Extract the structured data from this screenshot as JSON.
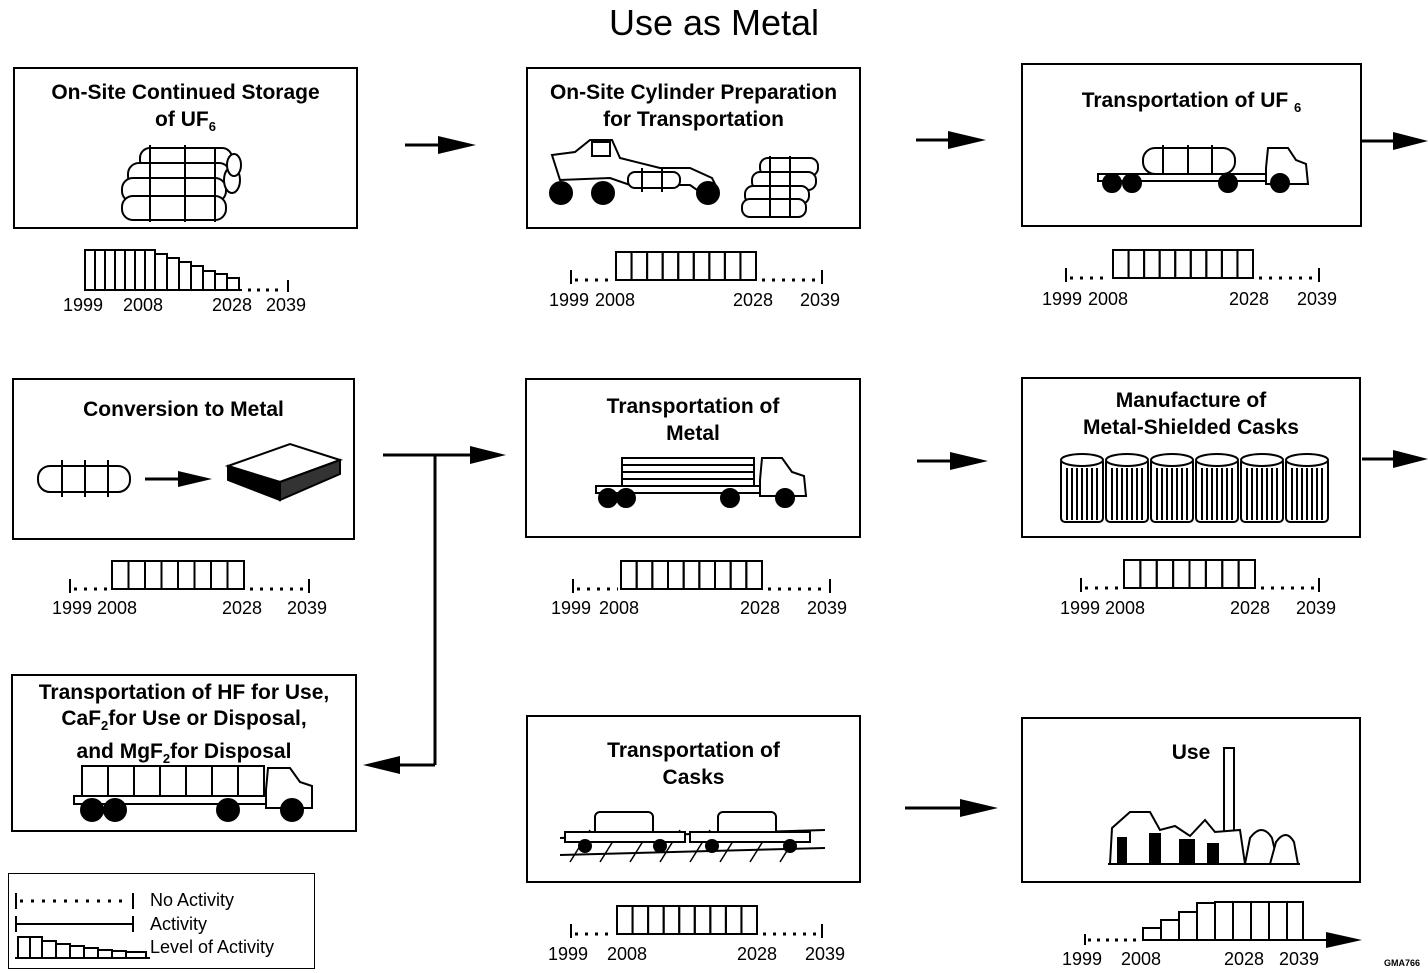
{
  "title": "Use as Metal",
  "boxes": {
    "storage": {
      "line1": "On-Site Continued Storage",
      "line2": "of UF",
      "sub2": "6"
    },
    "prep": {
      "line1": "On-Site Cylinder Preparation",
      "line2": "for Transportation"
    },
    "transport_uf6": {
      "line1": "Transportation of UF ",
      "sub1": "6"
    },
    "conversion": {
      "line1": "Conversion to Metal"
    },
    "transport_metal": {
      "line1": "Transportation of",
      "line2": "Metal"
    },
    "manufacture": {
      "line1": "Manufacture of",
      "line2": "Metal-Shielded Casks"
    },
    "transport_hf": {
      "line1": "Transportation of HF for Use,",
      "line2a": "CaF",
      "line2sub": "2",
      "line2b": "for Use or Disposal,",
      "line3a": "and MgF",
      "line3sub": "2",
      "line3b": "for Disposal"
    },
    "transport_casks": {
      "line1": "Transportation of",
      "line2": "Casks"
    },
    "use": {
      "line1": "Use"
    }
  },
  "timeline_years": {
    "y1999": "1999",
    "y2008": "2008",
    "y2028": "2028",
    "y2039": "2039"
  },
  "legend": {
    "no_activity": "No Activity",
    "activity": "Activity",
    "level": "Level of Activity"
  },
  "credit": "GMA766"
}
